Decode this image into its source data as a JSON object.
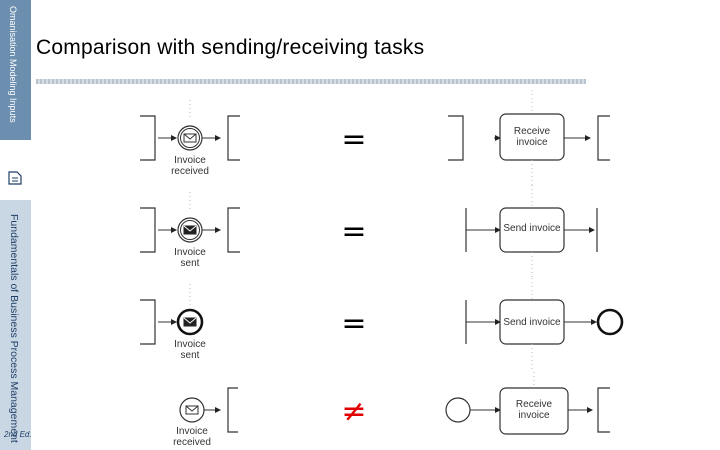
{
  "sidebar": {
    "top_text": "Omanisation Modeling Inputs",
    "main_text": "Fundamentals of Business Process Management",
    "bottom_text": "2nd Ed."
  },
  "title": "Comparison with sending/receiving tasks",
  "rows": [
    {
      "left": {
        "type": "intermediate-catch-message",
        "label_lines": [
          "Invoice",
          "received"
        ]
      },
      "symbol": "=",
      "right": {
        "type": "receive-task",
        "label_lines": [
          "Receive",
          "invoice"
        ]
      }
    },
    {
      "left": {
        "type": "intermediate-throw-message",
        "label_lines": [
          "Invoice",
          "sent"
        ]
      },
      "symbol": "=",
      "right": {
        "type": "send-task",
        "label_lines": [
          "Send invoice"
        ]
      }
    },
    {
      "left": {
        "type": "end-message",
        "label_lines": [
          "Invoice",
          "sent"
        ]
      },
      "symbol": "=",
      "right": {
        "type": "send-task-then-end",
        "label_lines": [
          "Send invoice"
        ]
      }
    },
    {
      "left": {
        "type": "start-message",
        "label_lines": [
          "Invoice",
          "received"
        ]
      },
      "symbol": "≠",
      "right": {
        "type": "start-then-receive-task",
        "label_lines": [
          "Receive",
          "invoice"
        ]
      }
    }
  ],
  "colors": {
    "sidebar_top": "#6c8fb0",
    "sidebar_bottom": "#c9d6e3",
    "neq": "#e00000"
  }
}
